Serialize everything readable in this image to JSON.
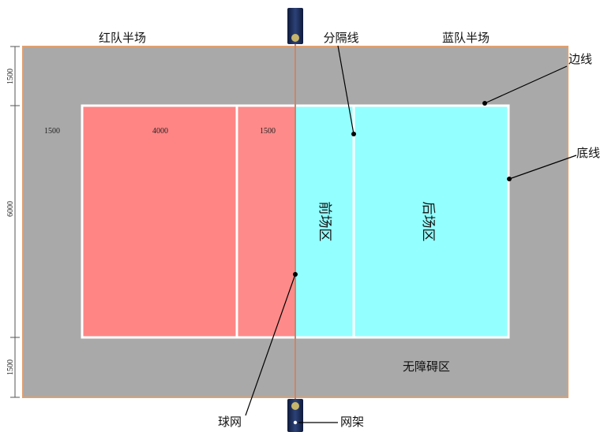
{
  "labels": {
    "red_half": "红队半场",
    "blue_half": "蓝队半场",
    "divider_line": "分隔线",
    "sideline": "边线",
    "end_line": "底线",
    "front_zone": "前场区",
    "back_zone": "后场区",
    "free_zone": "无障碍区",
    "net": "球网",
    "net_post": "网架"
  },
  "dimensions": {
    "top_margin": "1500",
    "court_width": "6000",
    "bottom_margin": "1500",
    "left_margin": "1500",
    "back_zone_depth": "4000",
    "front_zone_depth": "1500"
  },
  "colors": {
    "free_zone": "#a9a9a9",
    "free_zone_border": "#e0a070",
    "red_court": "#ff8585",
    "blue_court": "#94ffff",
    "court_lines": "#ffffff",
    "net": "#c9866a",
    "post": "#1e2e5a"
  }
}
